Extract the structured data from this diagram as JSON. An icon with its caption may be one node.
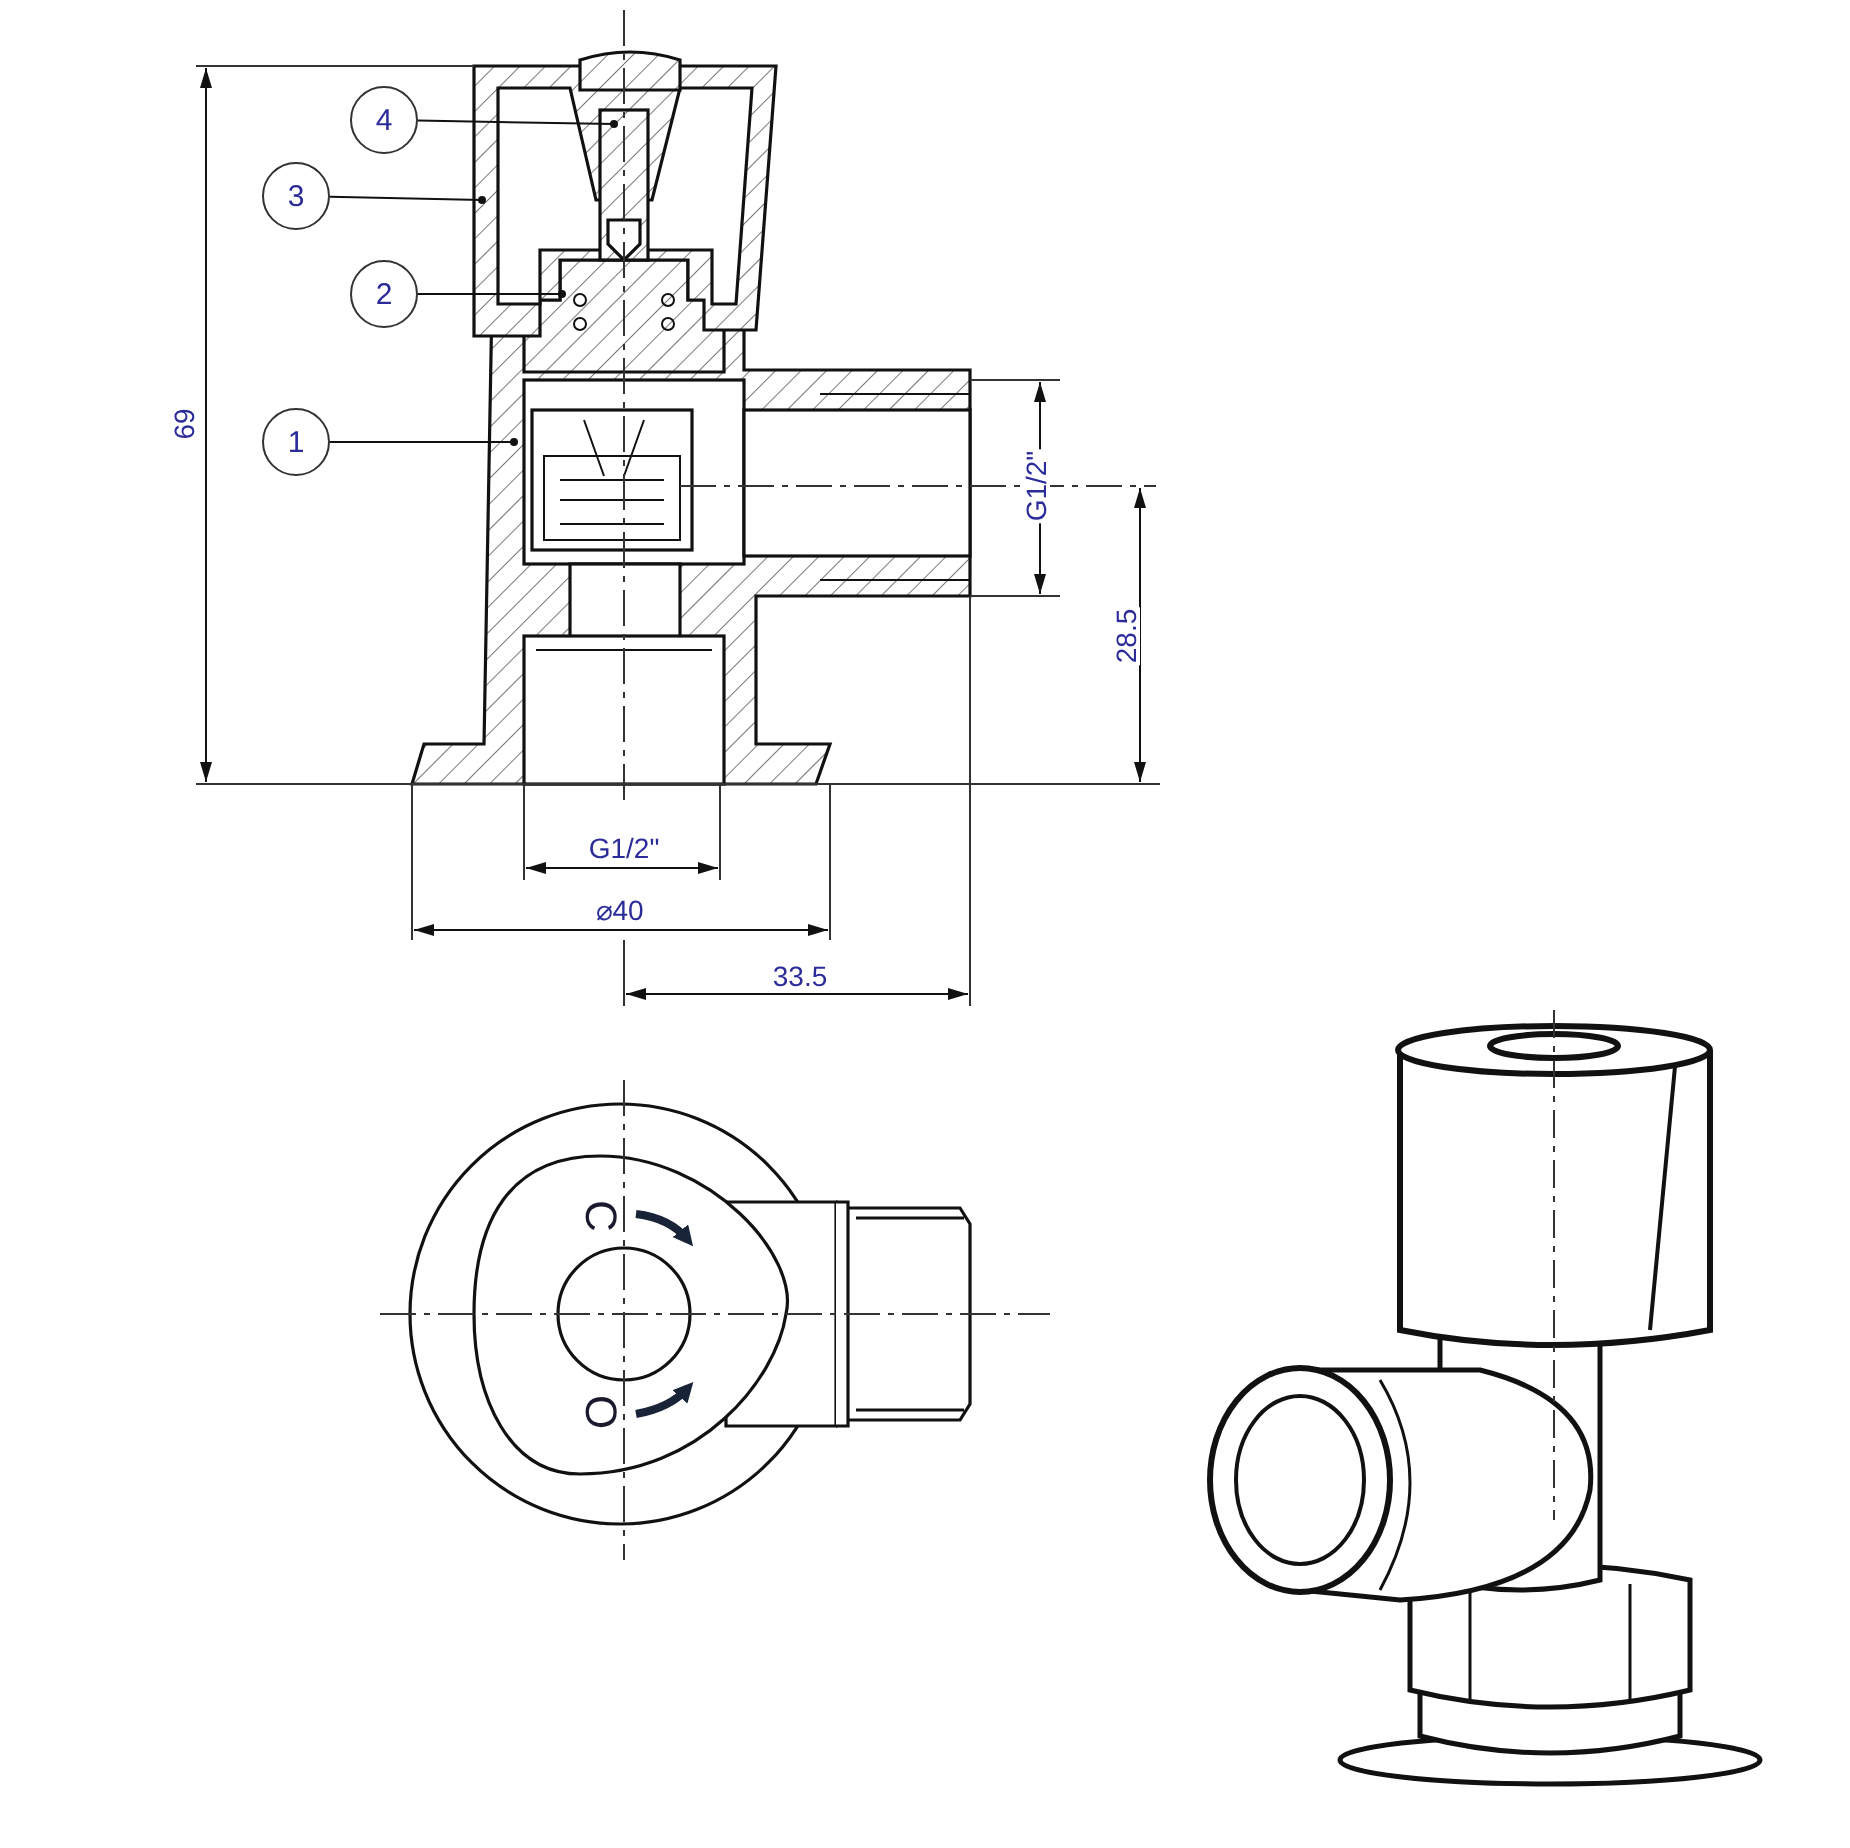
{
  "diagram": {
    "nodes": [
      {
        "text": [
          "4"
        ]
      },
      {
        "text": [
          "3"
        ]
      },
      {
        "text": [
          "2"
        ]
      },
      {
        "text": [
          "1"
        ]
      }
    ],
    "edges": [
      {
        "from": 0,
        "to": null,
        "arrow": "other"
      },
      {
        "from": 1,
        "to": null,
        "arrow": "other"
      },
      {
        "from": 2,
        "to": null,
        "arrow": "other"
      },
      {
        "from": 3,
        "to": null,
        "arrow": "other"
      }
    ],
    "labels": [
      "69",
      "G1/2\"",
      "28.5",
      "G1/2\"",
      "⌀40",
      "33.5",
      "C",
      "O"
    ]
  }
}
